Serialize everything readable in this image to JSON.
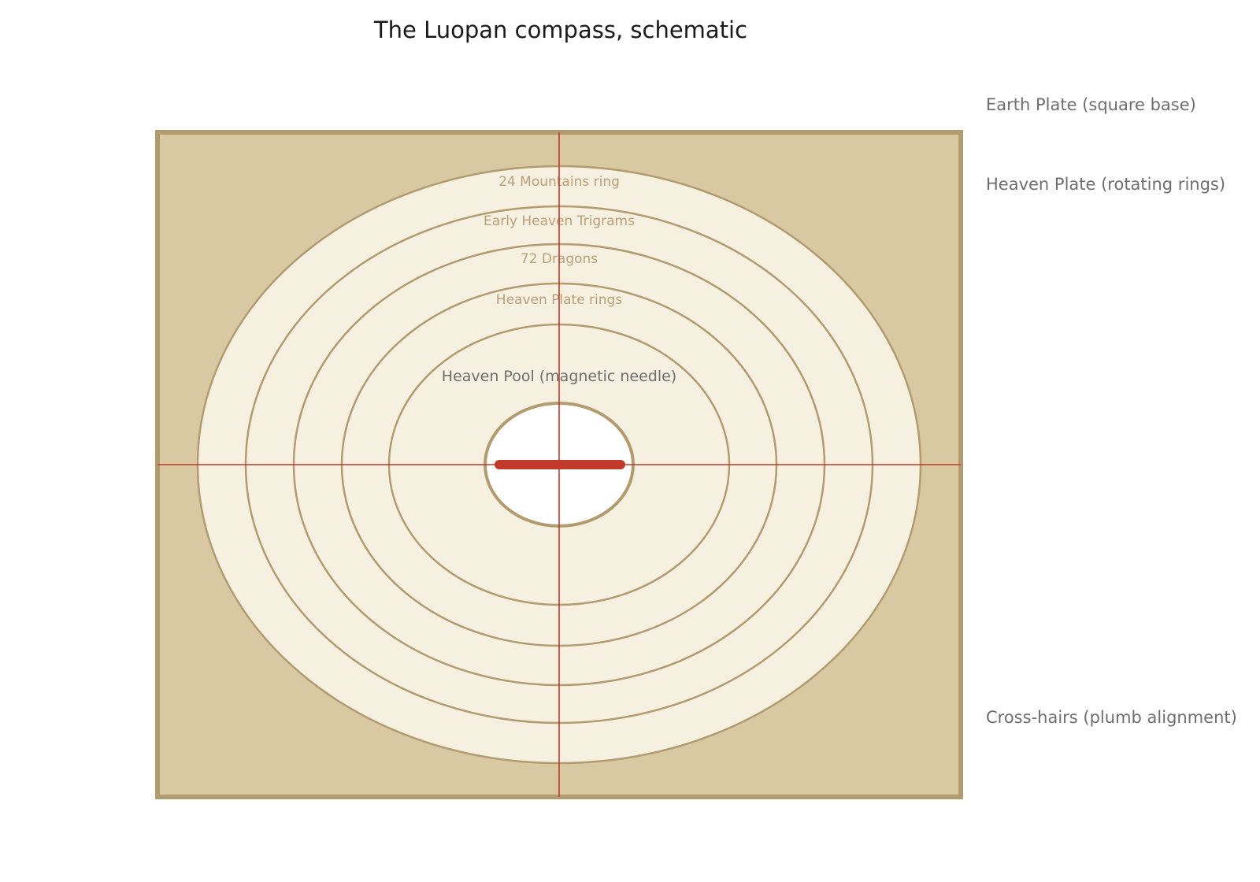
{
  "title": "The Luopan compass, schematic",
  "legend": {
    "earth_plate": "Earth Plate (square base)",
    "heaven_plate": "Heaven Plate (rotating rings)",
    "cross_hairs": "Cross-hairs (plumb alignment)"
  },
  "rings": {
    "outer": "24 Mountains ring",
    "second": "Early Heaven Trigrams",
    "third": "72 Dragons",
    "fourth": "Heaven Plate rings"
  },
  "pool_label": "Heaven Pool (magnetic needle)",
  "colors": {
    "earth_plate_fill": "#d9c9a2",
    "frame_stroke": "#b39b70",
    "ring_fill": "#f6f0e1",
    "ring_stroke": "#b39b70",
    "ring_label": "#b9a079",
    "pool_label": "#6e6e6e",
    "pool_fill": "#ffffff",
    "crosshair": "#c0392b",
    "needle": "#c0392b"
  }
}
